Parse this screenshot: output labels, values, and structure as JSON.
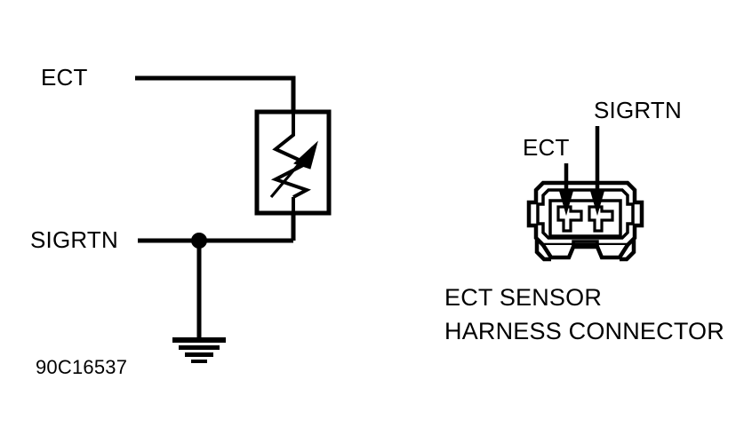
{
  "figure": {
    "figure_number": "90C16537",
    "background_color": "#ffffff",
    "line_color": "#000000"
  },
  "schematic": {
    "name": "ECT sensor schematic",
    "wire_labels": {
      "ect": "ECT",
      "sigrtn": "SIGRTN"
    },
    "component": {
      "type": "thermistor",
      "symbol": "resistor-with-arrow"
    },
    "ground": {
      "type": "chassis-ground",
      "bars": 4
    }
  },
  "connector": {
    "name": "ECT sensor harness connector",
    "caption_line1": "ECT SENSOR",
    "caption_line2": "HARNESS CONNECTOR",
    "terminals": [
      {
        "id": "terminal-1",
        "label": "ECT"
      },
      {
        "id": "terminal-2",
        "label": "SIGRTN"
      }
    ],
    "pointer_labels": {
      "left": "ECT",
      "right": "SIGRTN"
    }
  }
}
